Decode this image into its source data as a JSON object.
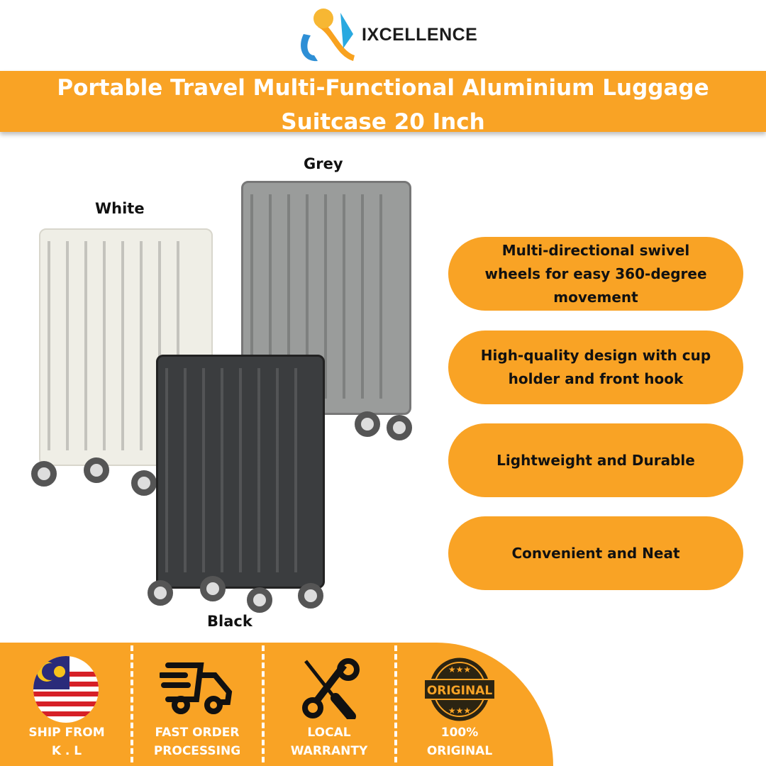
{
  "brand": {
    "name": "IXCELLENCE"
  },
  "title": "Portable Travel Multi-Functional Aluminium Luggage Suitcase 20 Inch",
  "colors": {
    "accent": "#f9a325",
    "white_case": "#efeee6",
    "grey_case": "#9a9c9b",
    "black_case": "#3b3d3f"
  },
  "variants": {
    "white": "White",
    "grey": "Grey",
    "black": "Black"
  },
  "features": [
    "Multi-directional swivel wheels for easy 360-degree movement",
    "High-quality design with cup holder and front hook",
    "Lightweight and Durable",
    "Convenient and Neat"
  ],
  "footer": [
    {
      "icon": "malaysia-flag-icon",
      "line1": "SHIP FROM",
      "line2": "K . L"
    },
    {
      "icon": "delivery-truck-icon",
      "line1": "FAST ORDER",
      "line2": "PROCESSING"
    },
    {
      "icon": "tools-icon",
      "line1": "LOCAL",
      "line2": "WARRANTY"
    },
    {
      "icon": "original-badge-icon",
      "line1": "100%",
      "line2": "ORIGINAL",
      "badge": "ORIGINAL"
    }
  ]
}
